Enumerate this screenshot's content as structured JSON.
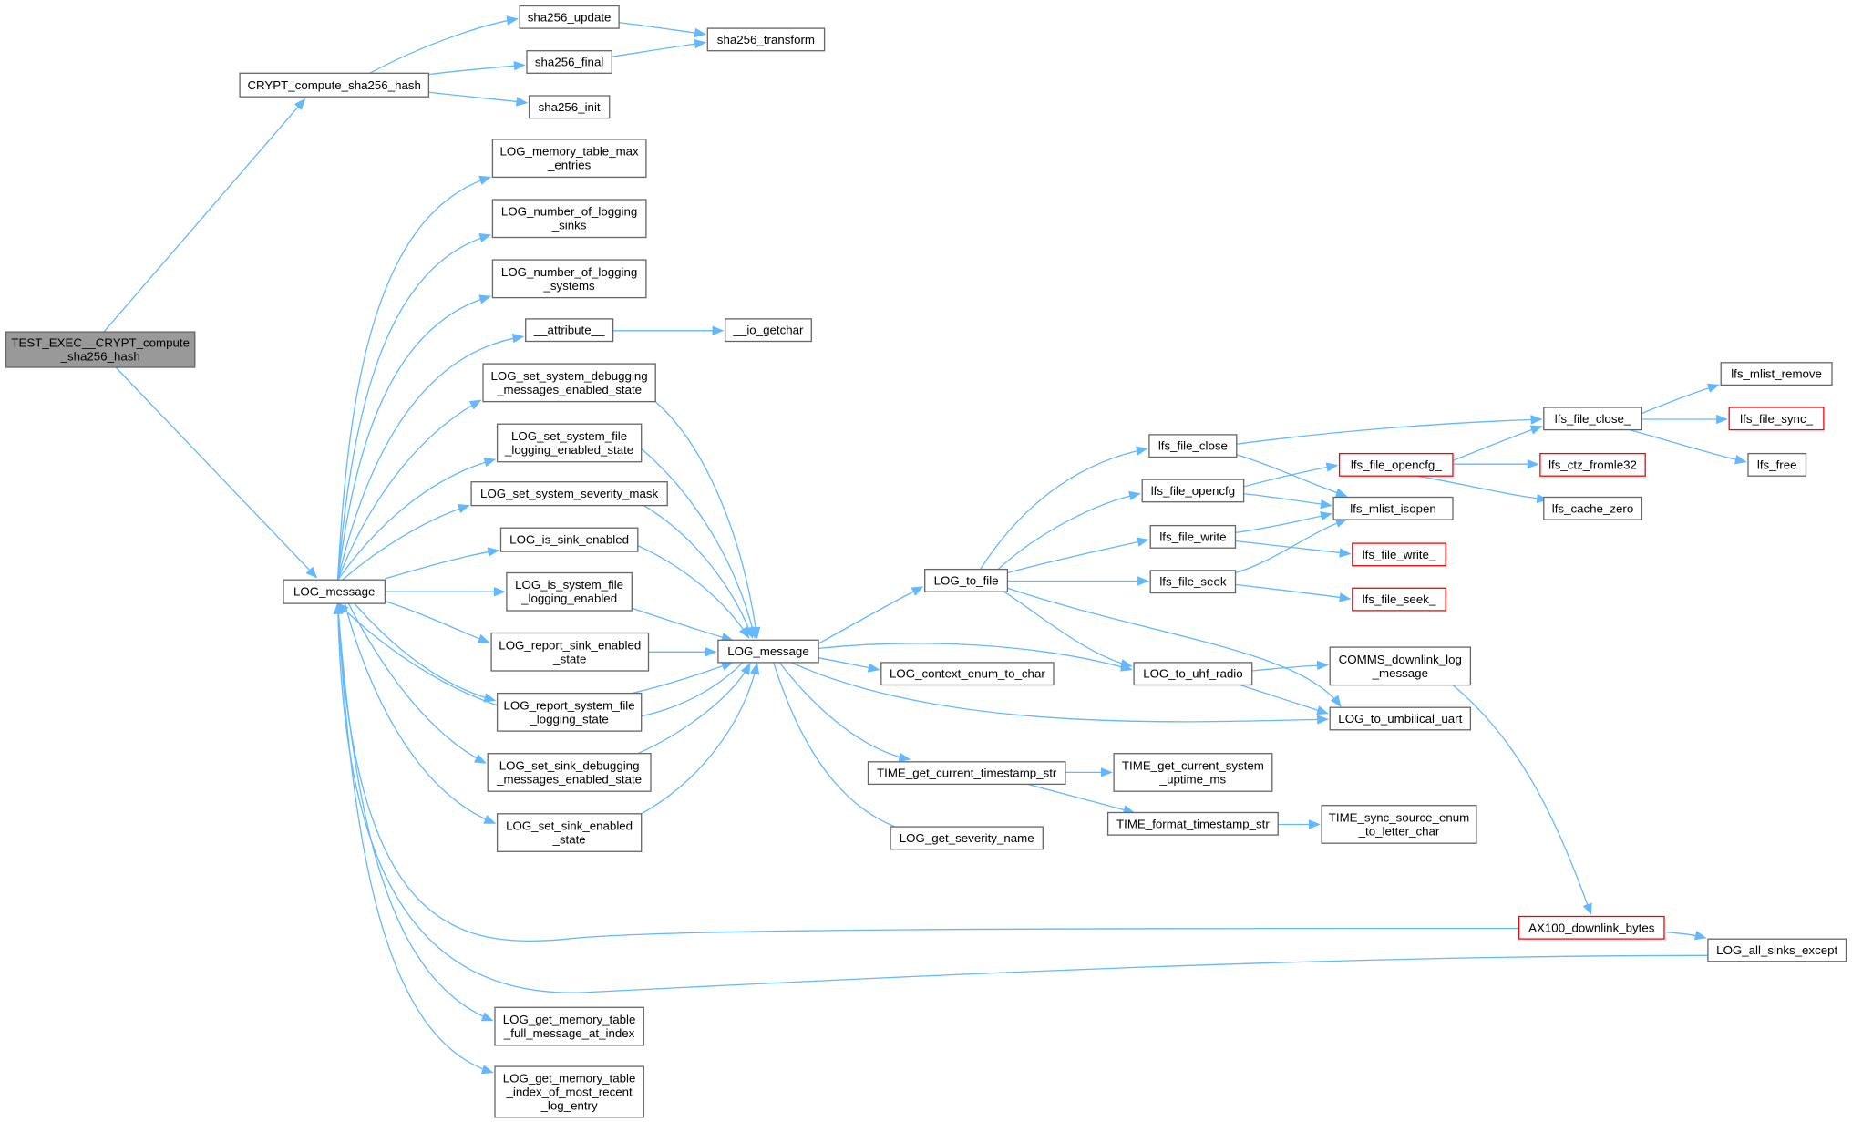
{
  "diagram": {
    "title": "",
    "colors": {
      "edge": "#63b8ff",
      "node_border": "#666666",
      "node_fill": "#ffffff",
      "root_fill": "#999999",
      "truncated_border": "#ff0000"
    },
    "nodes": [
      {
        "id": "root",
        "lines": [
          "TEST_EXEC__CRYPT_compute",
          "_sha256_hash"
        ],
        "kind": "root"
      },
      {
        "id": "crypt",
        "lines": [
          "CRYPT_compute_sha256_hash"
        ],
        "kind": "normal"
      },
      {
        "id": "sha_update",
        "lines": [
          "sha256_update"
        ],
        "kind": "normal"
      },
      {
        "id": "sha_final",
        "lines": [
          "sha256_final"
        ],
        "kind": "normal"
      },
      {
        "id": "sha_init",
        "lines": [
          "sha256_init"
        ],
        "kind": "normal"
      },
      {
        "id": "sha_transform",
        "lines": [
          "sha256_transform"
        ],
        "kind": "normal"
      },
      {
        "id": "log_msg_a",
        "lines": [
          "LOG_message"
        ],
        "kind": "normal"
      },
      {
        "id": "mem_max",
        "lines": [
          "LOG_memory_table_max",
          "_entries"
        ],
        "kind": "normal"
      },
      {
        "id": "num_sinks",
        "lines": [
          "LOG_number_of_logging",
          "_sinks"
        ],
        "kind": "normal"
      },
      {
        "id": "num_systems",
        "lines": [
          "LOG_number_of_logging",
          "_systems"
        ],
        "kind": "normal"
      },
      {
        "id": "attribute",
        "lines": [
          "__attribute__"
        ],
        "kind": "normal"
      },
      {
        "id": "io_getchar",
        "lines": [
          "__io_getchar"
        ],
        "kind": "normal"
      },
      {
        "id": "set_sys_dbg",
        "lines": [
          "LOG_set_system_debugging",
          "_messages_enabled_state"
        ],
        "kind": "normal"
      },
      {
        "id": "set_sys_file",
        "lines": [
          "LOG_set_system_file",
          "_logging_enabled_state"
        ],
        "kind": "normal"
      },
      {
        "id": "set_sev_mask",
        "lines": [
          "LOG_set_system_severity_mask"
        ],
        "kind": "normal"
      },
      {
        "id": "is_sink_en",
        "lines": [
          "LOG_is_sink_enabled"
        ],
        "kind": "normal"
      },
      {
        "id": "is_sys_file",
        "lines": [
          "LOG_is_system_file",
          "_logging_enabled"
        ],
        "kind": "normal"
      },
      {
        "id": "rep_sink",
        "lines": [
          "LOG_report_sink_enabled",
          "_state"
        ],
        "kind": "normal"
      },
      {
        "id": "rep_sys_file",
        "lines": [
          "LOG_report_system_file",
          "_logging_state"
        ],
        "kind": "normal"
      },
      {
        "id": "set_sink_dbg",
        "lines": [
          "LOG_set_sink_debugging",
          "_messages_enabled_state"
        ],
        "kind": "normal"
      },
      {
        "id": "set_sink_en",
        "lines": [
          "LOG_set_sink_enabled",
          "_state"
        ],
        "kind": "normal"
      },
      {
        "id": "mem_full",
        "lines": [
          "LOG_get_memory_table",
          "_full_message_at_index"
        ],
        "kind": "normal"
      },
      {
        "id": "mem_idx",
        "lines": [
          "LOG_get_memory_table",
          "_index_of_most_recent",
          "_log_entry"
        ],
        "kind": "normal"
      },
      {
        "id": "log_msg_b",
        "lines": [
          "LOG_message"
        ],
        "kind": "normal"
      },
      {
        "id": "log_to_file",
        "lines": [
          "LOG_to_file"
        ],
        "kind": "normal"
      },
      {
        "id": "ctx_enum",
        "lines": [
          "LOG_context_enum_to_char"
        ],
        "kind": "normal"
      },
      {
        "id": "time_ts",
        "lines": [
          "TIME_get_current_timestamp_str"
        ],
        "kind": "normal"
      },
      {
        "id": "sev_name",
        "lines": [
          "LOG_get_severity_name"
        ],
        "kind": "normal"
      },
      {
        "id": "lfs_close",
        "lines": [
          "lfs_file_close"
        ],
        "kind": "normal"
      },
      {
        "id": "lfs_opencfg",
        "lines": [
          "lfs_file_opencfg"
        ],
        "kind": "normal"
      },
      {
        "id": "lfs_write",
        "lines": [
          "lfs_file_write"
        ],
        "kind": "normal"
      },
      {
        "id": "lfs_seek",
        "lines": [
          "lfs_file_seek"
        ],
        "kind": "normal"
      },
      {
        "id": "uhf",
        "lines": [
          "LOG_to_uhf_radio"
        ],
        "kind": "normal"
      },
      {
        "id": "umb",
        "lines": [
          "LOG_to_umbilical_uart"
        ],
        "kind": "normal"
      },
      {
        "id": "comms",
        "lines": [
          "COMMS_downlink_log",
          "_message"
        ],
        "kind": "normal"
      },
      {
        "id": "uptime",
        "lines": [
          "TIME_get_current_system",
          "_uptime_ms"
        ],
        "kind": "normal"
      },
      {
        "id": "ts_fmt",
        "lines": [
          "TIME_format_timestamp_str"
        ],
        "kind": "normal"
      },
      {
        "id": "sync_src",
        "lines": [
          "TIME_sync_source_enum",
          "_to_letter_char"
        ],
        "kind": "normal"
      },
      {
        "id": "opencfg_",
        "lines": [
          "lfs_file_opencfg_"
        ],
        "kind": "truncated"
      },
      {
        "id": "mlist_isopen",
        "lines": [
          "lfs_mlist_isopen"
        ],
        "kind": "normal"
      },
      {
        "id": "write_",
        "lines": [
          "lfs_file_write_"
        ],
        "kind": "truncated"
      },
      {
        "id": "seek_",
        "lines": [
          "lfs_file_seek_"
        ],
        "kind": "truncated"
      },
      {
        "id": "close_",
        "lines": [
          "lfs_file_close_"
        ],
        "kind": "normal"
      },
      {
        "id": "ctz",
        "lines": [
          "lfs_ctz_fromle32"
        ],
        "kind": "truncated"
      },
      {
        "id": "cache_zero",
        "lines": [
          "lfs_cache_zero"
        ],
        "kind": "normal"
      },
      {
        "id": "mlist_remove",
        "lines": [
          "lfs_mlist_remove"
        ],
        "kind": "normal"
      },
      {
        "id": "sync_",
        "lines": [
          "lfs_file_sync_"
        ],
        "kind": "truncated"
      },
      {
        "id": "lfs_free",
        "lines": [
          "lfs_free"
        ],
        "kind": "normal"
      },
      {
        "id": "ax100",
        "lines": [
          "AX100_downlink_bytes"
        ],
        "kind": "truncated"
      },
      {
        "id": "all_sinks",
        "lines": [
          "LOG_all_sinks_except"
        ],
        "kind": "normal"
      }
    ]
  }
}
